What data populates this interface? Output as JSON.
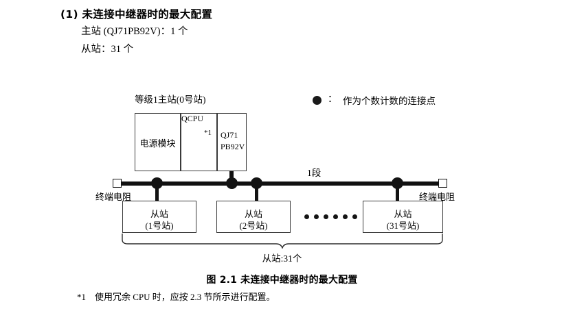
{
  "heading": {
    "title": "(1) 未连接中继器时的最大配置",
    "master_line": "主站 (QJ71PB92V)：1 个",
    "slave_line": "从站：31 个"
  },
  "legend": {
    "symbol": "filled-circle",
    "colon": "：",
    "text": "作为个数计数的连接点"
  },
  "diagram": {
    "rack_label": "等级1主站(0号站)",
    "modules": {
      "psu": "电源模块",
      "cpu": "QCPU",
      "cpu_note": "*1",
      "master_line1": "QJ71",
      "master_line2": "PB92V"
    },
    "segment_label": "1段",
    "terminator_left": "终端电阻",
    "terminator_right": "终端电阻",
    "slaves": [
      {
        "name": "从站",
        "station": "(1号站)"
      },
      {
        "name": "从站",
        "station": "(2号站)"
      },
      {
        "name": "从站",
        "station": "(31号站)"
      }
    ],
    "ellipsis_dot_count": 6,
    "brace_label": "从站:31个"
  },
  "caption": "图 2.1  未连接中继器时的最大配置",
  "footnote": {
    "mark": "*1",
    "text": "使用冗余 CPU 时，应按 2.3 节所示进行配置。"
  },
  "colors": {
    "ink": "#000000",
    "line": "#111111",
    "box_border": "#3a3a3a",
    "background": "#ffffff"
  }
}
